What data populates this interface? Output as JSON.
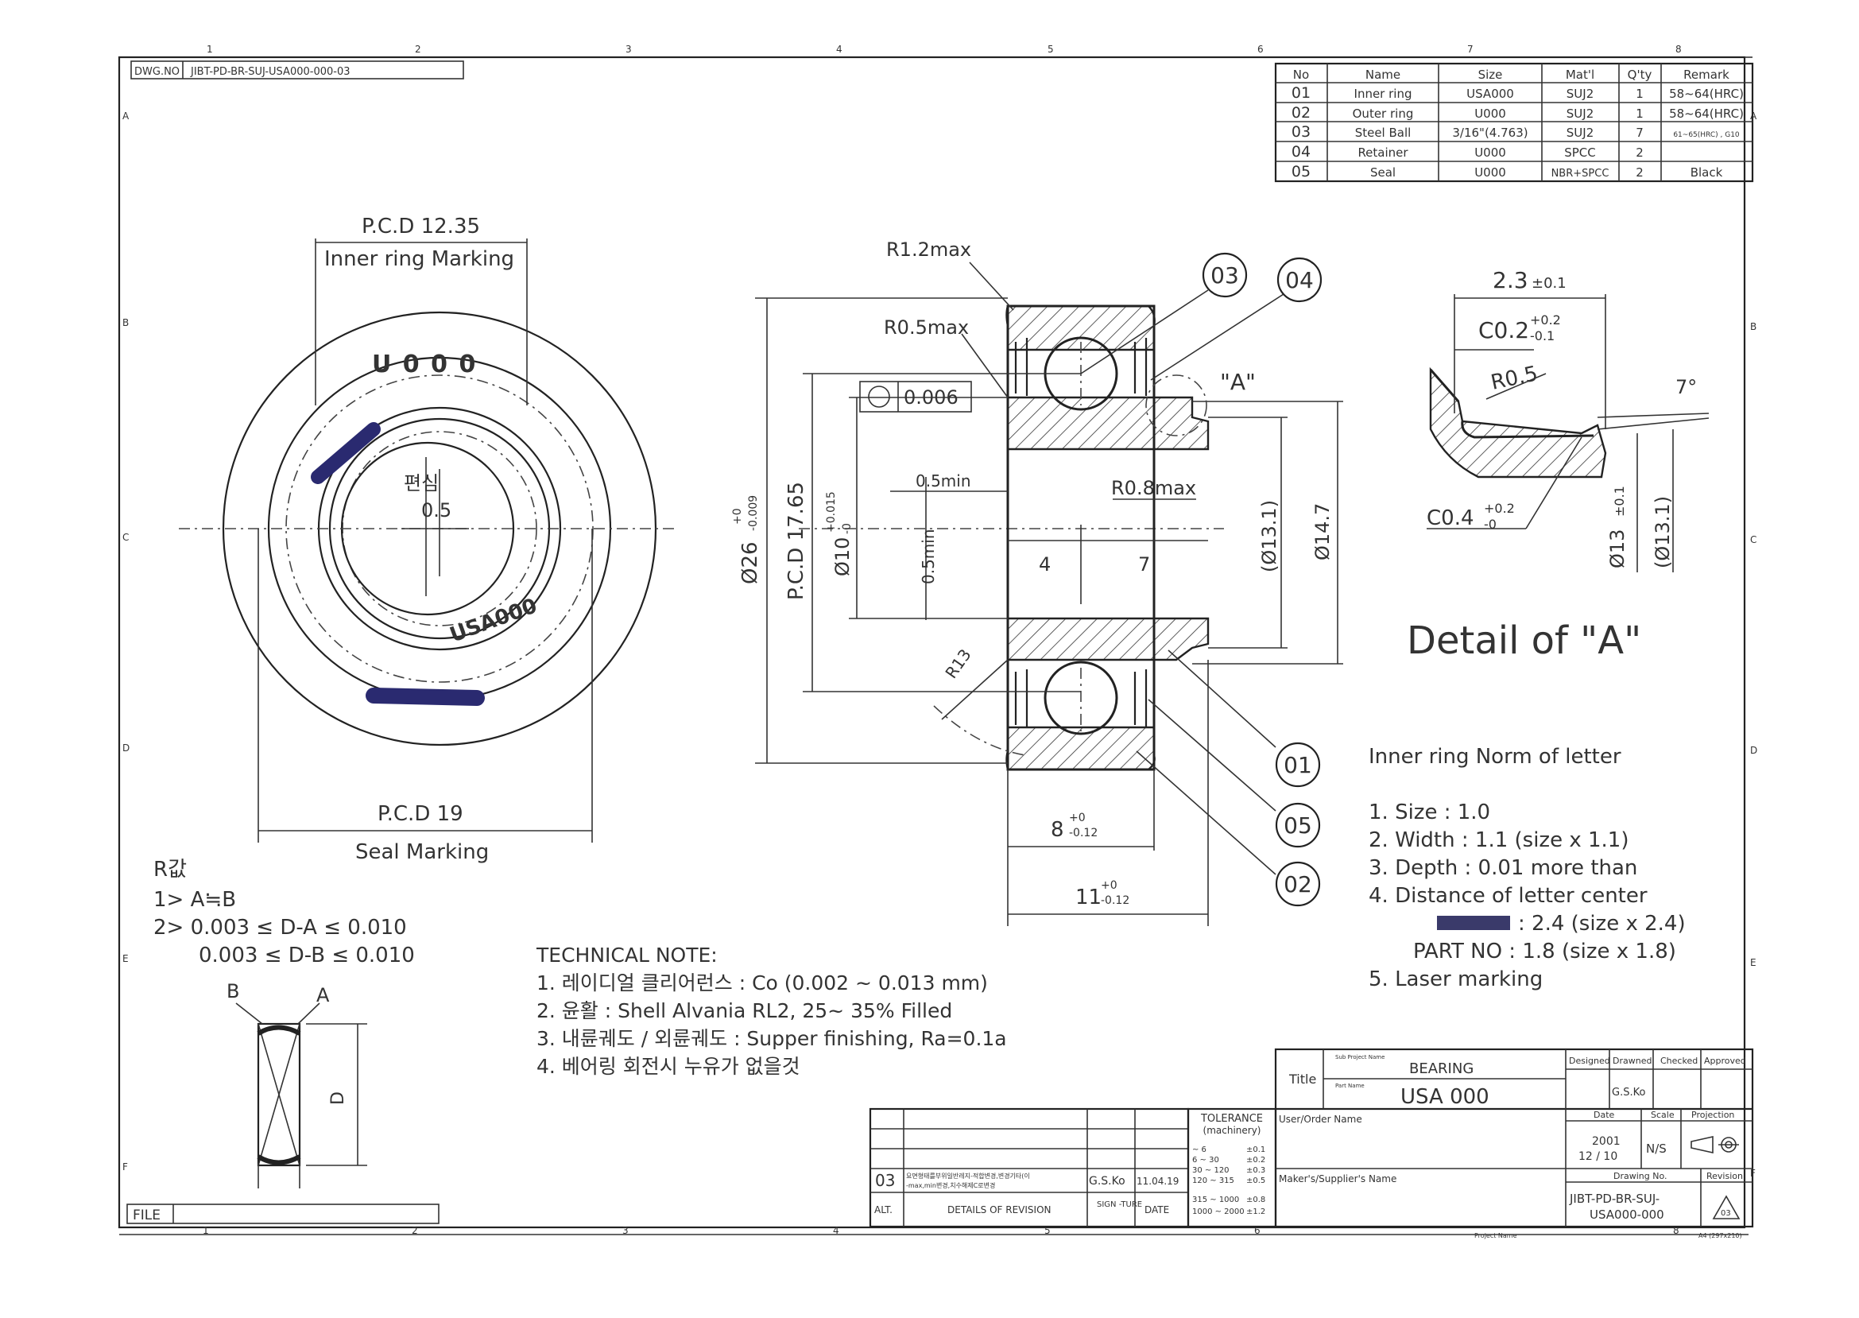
{
  "drawing": {
    "dwg_no_label": "DWG.NO",
    "dwg_no": "JIBT-PD-BR-SUJ-USA000-000-03",
    "file_label": "FILE",
    "frame_cols": [
      "1",
      "2",
      "3",
      "4",
      "5",
      "6",
      "7",
      "8"
    ],
    "frame_rows": [
      "A",
      "B",
      "C",
      "D",
      "E",
      "F"
    ]
  },
  "parts_table": {
    "headers": [
      "No",
      "Name",
      "Size",
      "Mat'l",
      "Q'ty",
      "Remark"
    ],
    "rows": [
      [
        "01",
        "Inner ring",
        "USA000",
        "SUJ2",
        "1",
        "58~64(HRC)"
      ],
      [
        "02",
        "Outer ring",
        "U000",
        "SUJ2",
        "1",
        "58~64(HRC)"
      ],
      [
        "03",
        "Steel Ball",
        "3/16\"(4.763)",
        "SUJ2",
        "7",
        "61~65(HRC) , G10"
      ],
      [
        "04",
        "Retainer",
        "U000",
        "SPCC",
        "2",
        ""
      ],
      [
        "05",
        "Seal",
        "U000",
        "NBR+SPCC",
        "2",
        "Black"
      ]
    ]
  },
  "left_view": {
    "pcd_top": "P.C.D 12.35",
    "inner_marking": "Inner ring Marking",
    "marking_top": "U 0 0 0",
    "marking_bottom": "USA000",
    "eccentric_label": "편심",
    "eccentric_value": "0.5",
    "pcd_bottom": "P.C.D 19",
    "seal_marking": "Seal Marking"
  },
  "section_view": {
    "r12": "R1.2max",
    "r05": "R0.5max",
    "runout": "0.006",
    "min05_h": "0.5min",
    "min05_v": "0.5min",
    "r08": "R0.8max",
    "d26": "Ø26",
    "d26_tol_top": "+0",
    "d26_tol_bot": "-0.009",
    "pcd1765": "P.C.D 17.65",
    "d10": "Ø10",
    "d10_tol_top": "+0.015",
    "d10_tol_bot": "-0",
    "dim4": "4",
    "dim7": "7",
    "d131": "(Ø13.1)",
    "d147": "Ø14.7",
    "r13": "R13",
    "w8": "8",
    "w8_tol_top": "+0",
    "w8_tol_bot": "-0.12",
    "w11": "11",
    "w11_tol_top": "+0",
    "w11_tol_bot": "-0.12",
    "callout_a": "\"A\"",
    "balloons": [
      "03",
      "04",
      "01",
      "05",
      "02"
    ]
  },
  "detail_a": {
    "w23": "2.3",
    "w23_tol": "±0.1",
    "c02": "C0.2",
    "c02_tol_top": "+0.2",
    "c02_tol_bot": "-0.1",
    "r05": "R0.5",
    "angle": "7°",
    "c04": "C0.4",
    "c04_tol_top": "+0.2",
    "c04_tol_bot": "-0",
    "d13": "Ø13",
    "d13_tol": "±0.1",
    "d131": "(Ø13.1)",
    "title": "Detail of \"A\""
  },
  "letter_norm": {
    "title": "Inner ring Norm of letter",
    "items": [
      "1. Size : 1.0",
      "2. Width : 1.1 (size x 1.1)",
      "3. Depth : 0.01 more than",
      "4. Distance of letter center",
      ": 2.4 (size x 2.4)",
      "PART NO : 1.8 (size x 1.8)",
      "5. Laser marking"
    ]
  },
  "r_value": {
    "title": "R값",
    "line1": "1> A≒B",
    "line2": "2> 0.003 ≤ D-A ≤ 0.010",
    "line3": "0.003 ≤ D-B ≤ 0.010",
    "label_b": "B",
    "label_a": "A",
    "label_d": "D"
  },
  "technical_note": {
    "title": "TECHNICAL NOTE:",
    "lines": [
      "1. 레이디얼 클리어런스 : Co (0.002 ~ 0.013 mm)",
      "2. 윤활 : Shell Alvania RL2, 25~ 35% Filled",
      "3. 내륜궤도 / 외륜궤도 : Supper finishing, Ra=0.1a",
      "4. 베어링 회전시 누유가 없을것"
    ]
  },
  "revision": {
    "rev_no": "03",
    "rev_desc_1": "요면형태를부위일반레지-적합변경,변경기타(이",
    "rev_desc_2": "-max,min변경,치수해제C로변경",
    "rev_sign": "G.S.Ko",
    "rev_date": "11.04.19",
    "alt_label": "ALT.",
    "details_label": "DETAILS OF REVISION",
    "sign_label": "SIGN -TURE",
    "date_label": "DATE"
  },
  "tolerance": {
    "title": "TOLERANCE",
    "subtitle": "(machinery)",
    "rows": [
      [
        "~ 6",
        "±0.1"
      ],
      [
        "6 ~ 30",
        "±0.2"
      ],
      [
        "30 ~ 120",
        "±0.3"
      ],
      [
        "120 ~ 315",
        "±0.5"
      ],
      [
        "315 ~ 1000",
        "±0.8"
      ],
      [
        "1000 ~ 2000",
        "±1.2"
      ]
    ]
  },
  "title_block": {
    "title_label": "Title",
    "sub_project_label": "Sub Project Name",
    "sub_project": "BEARING",
    "part_name_label": "Part Name",
    "part_name": "USA 000",
    "designed": "Designed",
    "drawned": "Drawned",
    "checked": "Checked",
    "approved": "Approved",
    "drawn_by": "G.S.Ko",
    "user_label": "User/Order Name",
    "date_label": "Date",
    "date_value_1": "2001",
    "date_value_2": "12 / 10",
    "scale_label": "Scale",
    "scale_value": "N/S",
    "projection_label": "Projection",
    "maker_label": "Maker's/Supplier's Name",
    "drawing_no_label": "Drawing No.",
    "drawing_no_1": "JIBT-PD-BR-SUJ-",
    "drawing_no_2": "USA000-000",
    "revision_label": "Revision",
    "revision_value": "03",
    "paper": "A4 (297x210)",
    "project_name_label": "Project Name"
  }
}
